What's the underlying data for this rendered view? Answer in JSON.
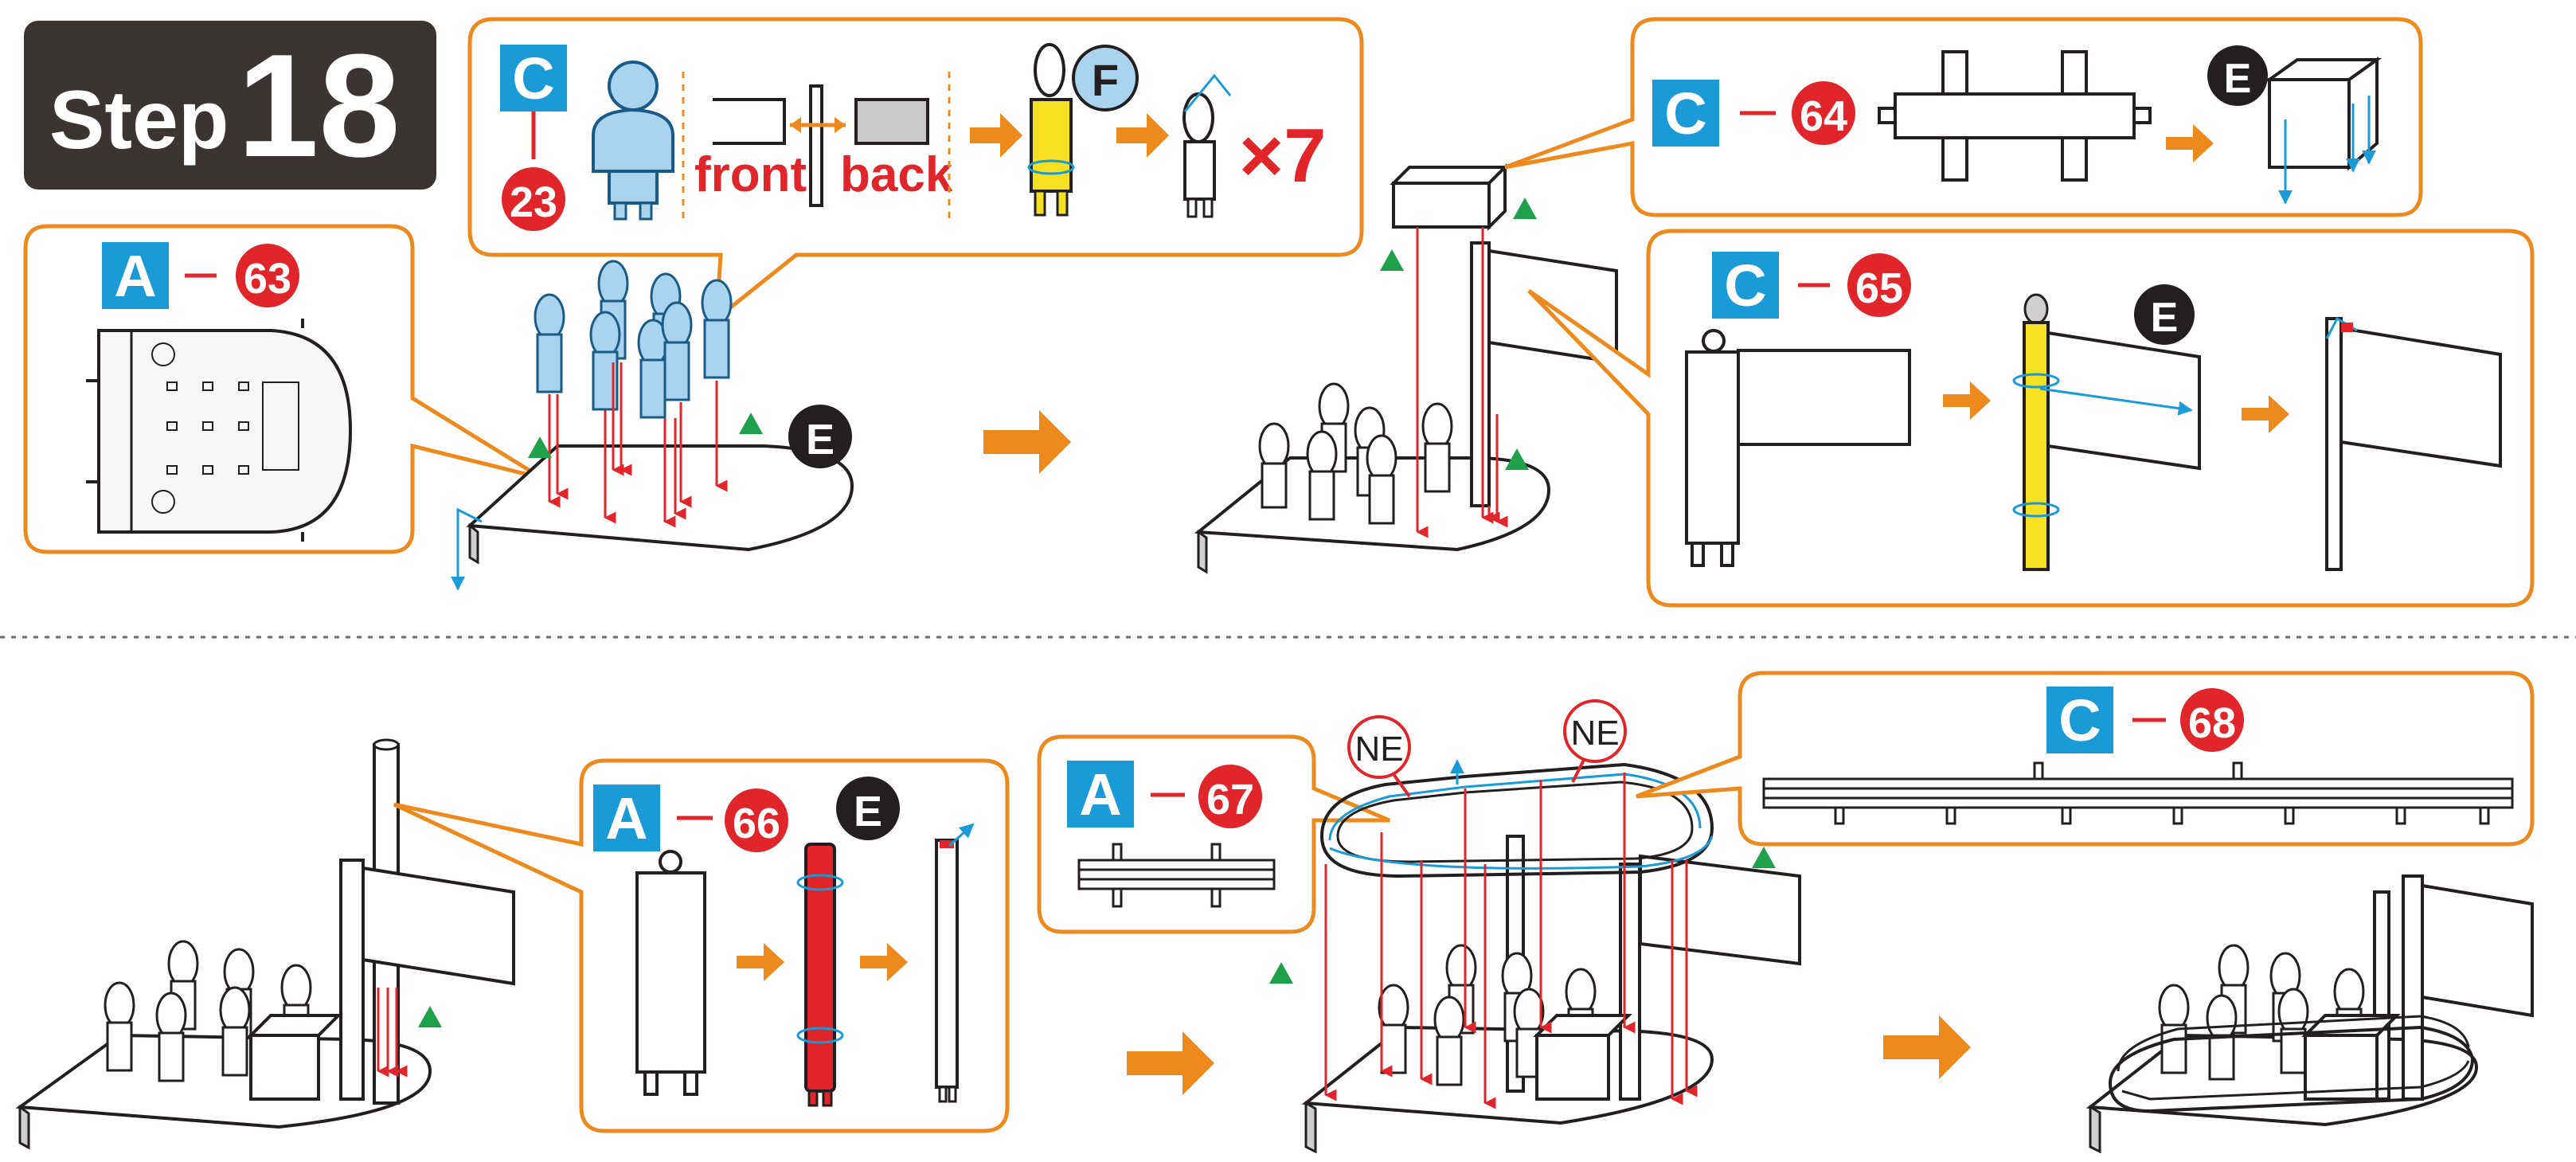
{
  "header": {
    "step_word": "Step",
    "step_number": "18"
  },
  "colors": {
    "orange": "#ec8a1e",
    "blue_tag": "#1a9ad6",
    "red_badge": "#e0252b",
    "black_badge": "#231f20",
    "green_marker": "#1fa04a",
    "part_blue": "#a9d3ee",
    "part_yellow": "#f5e021",
    "panel_bg": "#ffffff"
  },
  "callouts": {
    "figure_part": {
      "sheet": "C",
      "number": "23",
      "front_label": "front",
      "back_label": "back",
      "badge": "F",
      "multiplier": "×7"
    },
    "base_part": {
      "sheet": "A",
      "number": "63",
      "badge": "E"
    },
    "bench_part": {
      "sheet": "C",
      "number": "64",
      "badge": "E"
    },
    "flag_part": {
      "sheet": "C",
      "number": "65",
      "badge": "E"
    },
    "pole_part": {
      "sheet": "A",
      "number": "66",
      "badge": "E"
    },
    "rail_small": {
      "sheet": "A",
      "number": "67",
      "badge_left": "NE",
      "badge_right": "NE"
    },
    "rail_long": {
      "sheet": "C",
      "number": "68"
    }
  }
}
